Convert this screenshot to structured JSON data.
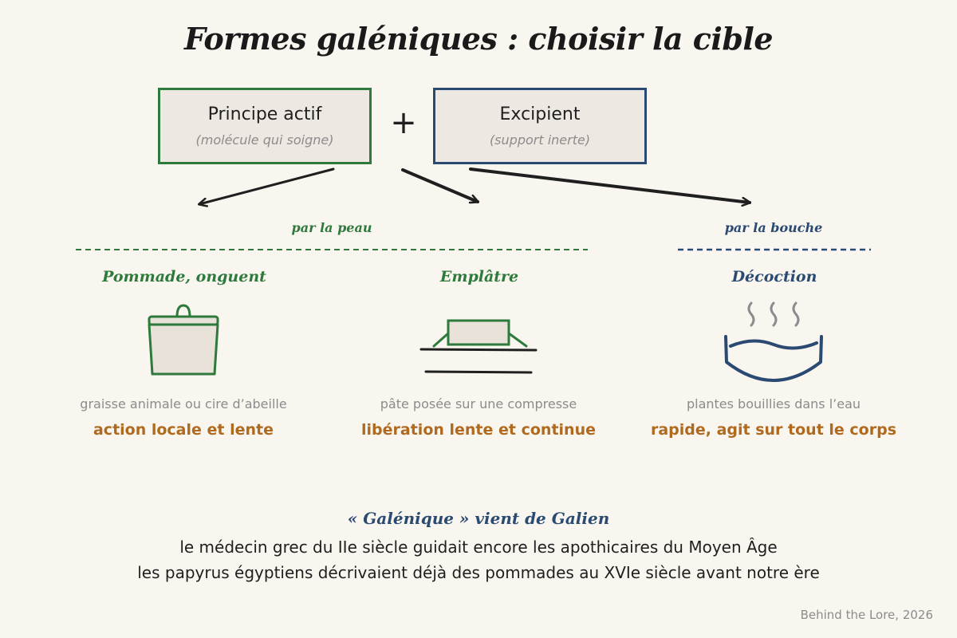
{
  "title": "Formes galéniques : choisir la cible",
  "components": {
    "active": {
      "title": "Principe actif",
      "subtitle": "(molécule qui soigne)"
    },
    "plus": "+",
    "excipient": {
      "title": "Excipient",
      "subtitle": "(support inerte)"
    }
  },
  "routes": {
    "skin": "par la peau",
    "mouth": "par la bouche"
  },
  "forms": [
    {
      "name": "Pommade, onguent",
      "description": "graisse animale ou cire d’abeille",
      "effect": "action locale et lente",
      "icon": "pot-icon"
    },
    {
      "name": "Emplâtre",
      "description": "pâte posée sur une compresse",
      "effect": "libération lente et continue",
      "icon": "plaster-icon"
    },
    {
      "name": "Décoction",
      "description": "plantes bouillies dans l’eau",
      "effect": "rapide, agit sur tout le corps",
      "icon": "steaming-bowl-icon"
    }
  ],
  "footer": {
    "heading": "« Galénique » vient de Galien",
    "line1": "le médecin grec du IIe siècle guidait encore les apothicaires du Moyen Âge",
    "line2": "les papyrus égyptiens décrivaient déjà des pommades au XVIe siècle avant notre ère"
  },
  "credit": "Behind the Lore, 2026",
  "colors": {
    "background": "#f9f6f0",
    "green": "#2e7a3c",
    "blue": "#2a4a72",
    "effect": "#b06a1f",
    "muted": "#8c8c8c"
  }
}
